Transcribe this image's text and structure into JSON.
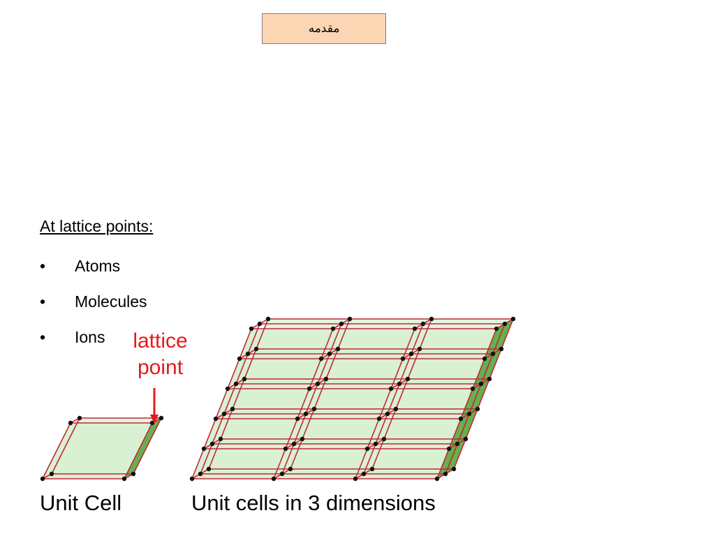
{
  "title": "مقدمه",
  "heading": "At lattice points:",
  "bullets": [
    {
      "symbol": "•",
      "label": "Atoms"
    },
    {
      "symbol": "•",
      "label": "Molecules"
    },
    {
      "symbol": "•",
      "label": "Ions"
    }
  ],
  "callout": {
    "line1": "lattice",
    "line2": "point"
  },
  "captions": {
    "unit_cell": "Unit Cell",
    "unit_cells_3d": "Unit cells in 3 dimensions"
  },
  "colors": {
    "title_box_fill": "#fcd5b5",
    "edge": "#c0283a",
    "face_fill": "#d9f0d3",
    "side_face_fill": "#67b04f",
    "lattice_point": "#111111",
    "callout": "#e31a1c"
  },
  "lattice": {
    "cells_a": 3,
    "cells_b": 5,
    "cells_c": 2
  }
}
